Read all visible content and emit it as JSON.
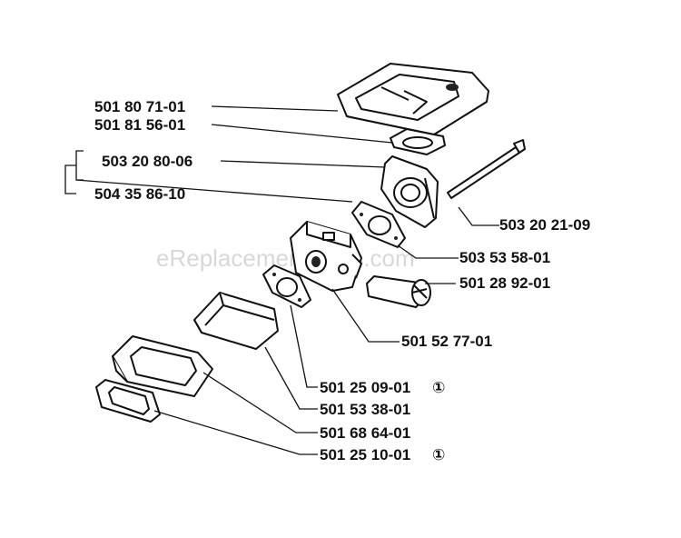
{
  "watermark": "eReplacementParts.com",
  "labels": {
    "l1": "501 80 71-01",
    "l2": "501 81 56-01",
    "l3": "503 20 80-06",
    "l4": "504 35 86-10",
    "l5": "503 20 21-09",
    "l6": "503 53 58-01",
    "l7": "501 28 92-01",
    "l8": "501 52 77-01",
    "l9": "501 25 09-01",
    "l10": "501 53 38-01",
    "l11": "501 68 64-01",
    "l12": "501 25 10-01"
  },
  "kit_marks": {
    "m9": "①",
    "m12": "①"
  }
}
